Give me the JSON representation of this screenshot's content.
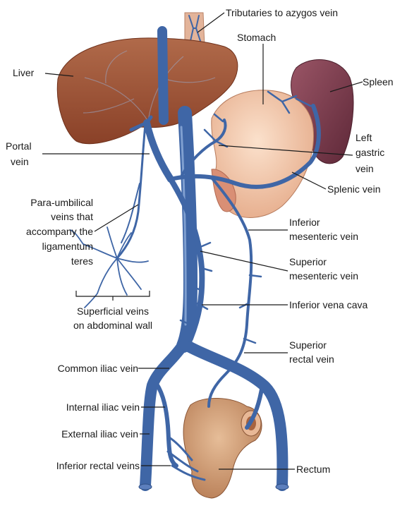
{
  "labels": {
    "tributaries_azygos": "Tributaries to azygos vein",
    "stomach": "Stomach",
    "liver": "Liver",
    "spleen": "Spleen",
    "left_gastric_1": "Left",
    "left_gastric_2": "gastric",
    "left_gastric_3": "vein",
    "portal_1": "Portal",
    "portal_2": "vein",
    "splenic": "Splenic vein",
    "para_1": "Para-umbilical",
    "para_2": "veins that",
    "para_3": "accompany the",
    "para_4": "ligamentum",
    "para_5": "teres",
    "inf_mes_1": "Inferior",
    "inf_mes_2": "mesenteric vein",
    "sup_mes_1": "Superior",
    "sup_mes_2": "mesenteric vein",
    "superficial_1": "Superficial veins",
    "superficial_2": "on abdominal wall",
    "ivc": "Inferior vena cava",
    "sup_rectal_1": "Superior",
    "sup_rectal_2": "rectal vein",
    "common_iliac": "Common iliac vein",
    "internal_iliac": "Internal iliac vein",
    "external_iliac": "External iliac vein",
    "inferior_rectal": "Inferior rectal veins",
    "rectum": "Rectum"
  },
  "colors": {
    "vein": "#3f66a6",
    "vein_highlight": "#7f9fd0",
    "liver": "#9a4f33",
    "spleen": "#7d3b4c",
    "stomach": "#f0c3a3",
    "rectum": "#cf9a72",
    "esophagus": "#e3b49a",
    "leader": "#1a1a1a"
  }
}
